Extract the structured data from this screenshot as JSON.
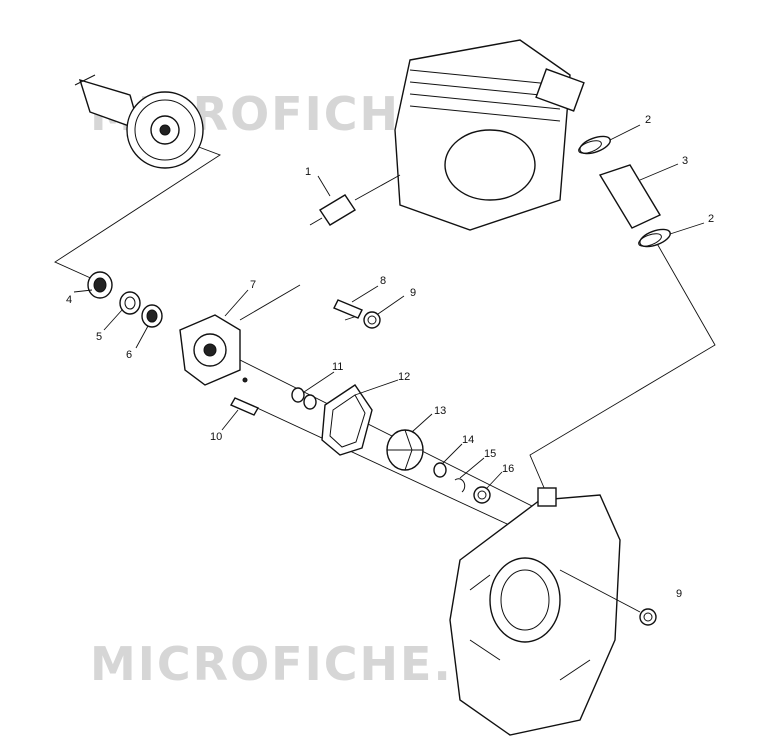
{
  "watermark": {
    "text": "MICROFICHE.NET"
  },
  "callouts": [
    {
      "id": "c1",
      "label": "1"
    },
    {
      "id": "c2a",
      "label": "2"
    },
    {
      "id": "c3",
      "label": "3"
    },
    {
      "id": "c2b",
      "label": "2"
    },
    {
      "id": "c4",
      "label": "4"
    },
    {
      "id": "c5",
      "label": "5"
    },
    {
      "id": "c6",
      "label": "6"
    },
    {
      "id": "c7",
      "label": "7"
    },
    {
      "id": "c8",
      "label": "8"
    },
    {
      "id": "c9a",
      "label": "9"
    },
    {
      "id": "c10",
      "label": "10"
    },
    {
      "id": "c11",
      "label": "11"
    },
    {
      "id": "c12",
      "label": "12"
    },
    {
      "id": "c13",
      "label": "13"
    },
    {
      "id": "c14",
      "label": "14"
    },
    {
      "id": "c15",
      "label": "15"
    },
    {
      "id": "c16",
      "label": "16"
    },
    {
      "id": "c9b",
      "label": "9"
    }
  ],
  "colors": {
    "line": "#111111",
    "watermark": "#d6d6d6",
    "background": "#ffffff"
  }
}
